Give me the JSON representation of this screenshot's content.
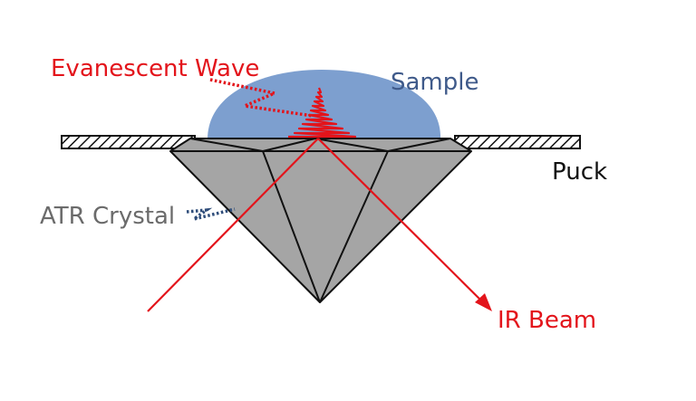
{
  "labels": {
    "evanescent_wave": "Evanescent Wave",
    "sample": "Sample",
    "puck": "Puck",
    "atr_crystal": "ATR Crystal",
    "ir_beam": "IR Beam"
  },
  "colors": {
    "red": "#e3141b",
    "sample_fill": "#7d9fcf",
    "sample_text": "#3f5a8a",
    "crystal_fill": "#a5a5a5",
    "crystal_text": "#6b6b6b",
    "dotted_blue": "#2f4d7a",
    "black": "#111111"
  }
}
